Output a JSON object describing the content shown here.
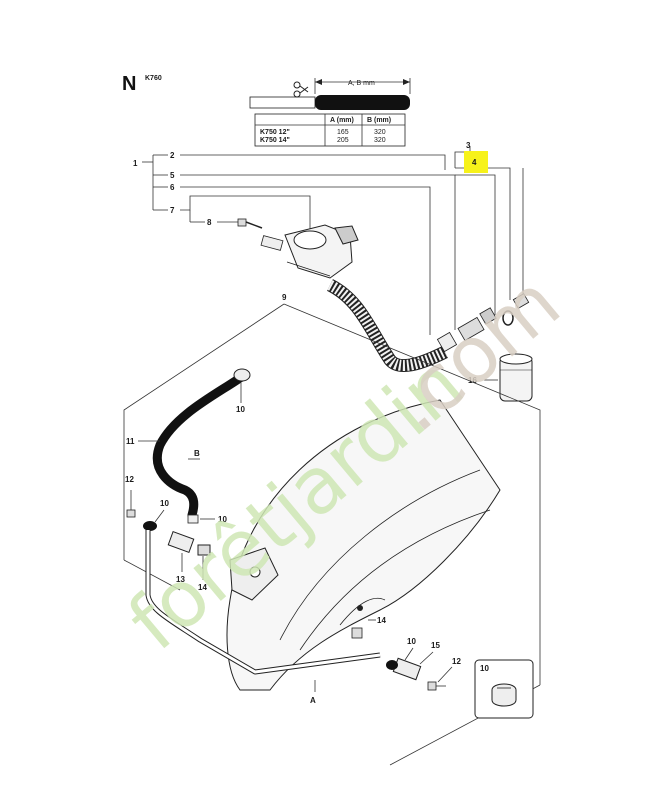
{
  "section": {
    "letter": "N",
    "model": "K760"
  },
  "dimension": {
    "arrow_label": "A, B mm"
  },
  "table": {
    "headers": [
      "",
      "A (mm)",
      "B (mm)"
    ],
    "rows": [
      {
        "model": "K750 12\"",
        "a": "165",
        "b": "320"
      },
      {
        "model": "K750 14\"",
        "a": "205",
        "b": "320"
      }
    ]
  },
  "callouts": {
    "p1": "1",
    "p2": "2",
    "p3": "3",
    "p4": "4",
    "p5": "5",
    "p6": "6",
    "p7": "7",
    "p8": "8",
    "p9": "9",
    "p10a": "10",
    "p10b": "10",
    "p10c": "10",
    "p10d": "10",
    "p11": "11",
    "p12a": "12",
    "p12b": "12",
    "p13": "13",
    "p14a": "14",
    "p14b": "14",
    "p15": "15",
    "p16": "16",
    "pA": "A",
    "pB": "B",
    "inset": "10"
  },
  "watermark": {
    "part1": "forêtjardin",
    "part2": ".com"
  },
  "colors": {
    "highlight": "#f7f21a",
    "watermark_green": "#cfe7b5",
    "watermark_brown": "#d9cfc4",
    "hose": "#111111"
  }
}
